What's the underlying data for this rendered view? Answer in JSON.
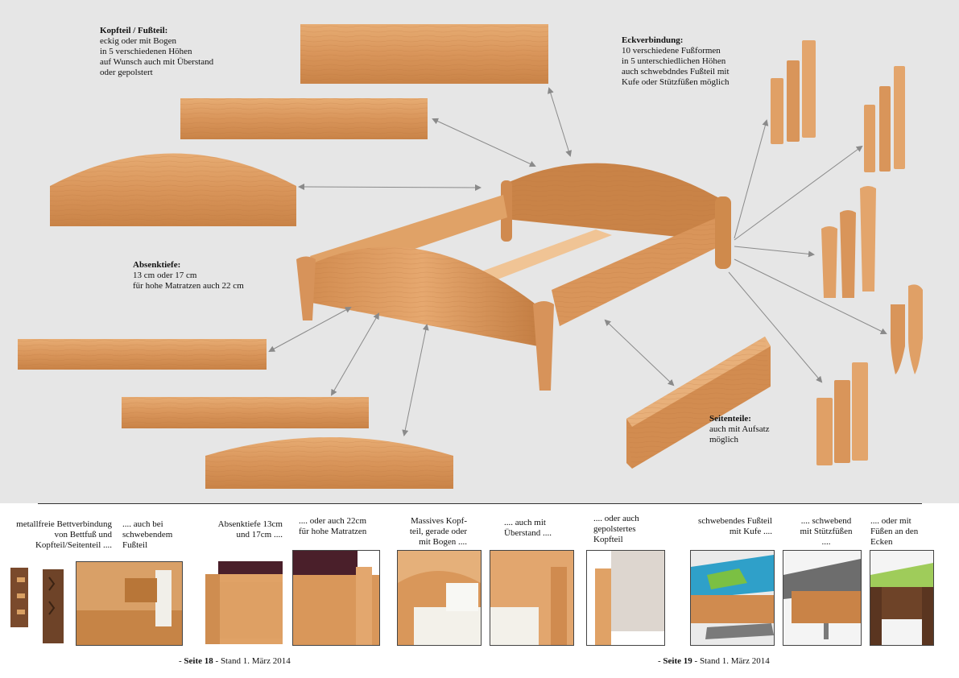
{
  "colors": {
    "wood_light": "#e2a469",
    "wood_mid": "#d08a4f",
    "wood_dark": "#9c5a2c",
    "background": "#e6e6e6",
    "arrow": "#8a8a8a",
    "walnut": "#6e4328"
  },
  "annotations": {
    "kopfteil": {
      "title": "Kopfteil / Fußteil:",
      "lines": [
        "eckig oder mit Bogen",
        "in 5 verschiedenen Höhen",
        "auf Wunsch auch mit Überstand",
        "oder gepolstert"
      ]
    },
    "eckverbindung": {
      "title": "Eckverbindung:",
      "lines": [
        "10 verschiedene Fußformen",
        "in 5 unterschiedlichen Höhen",
        "auch schwebdndes Fußteil mit",
        "Kufe oder Stützfüßen möglich"
      ]
    },
    "absenktiefe": {
      "title": "Absenktiefe:",
      "lines": [
        "13 cm oder 17 cm",
        "für hohe Matratzen auch 22 cm"
      ]
    },
    "seitenteile": {
      "title": "Seitenteile:",
      "lines": [
        "auch mit Aufsatz",
        "möglich"
      ]
    }
  },
  "captions": [
    {
      "lines": [
        "metallfreie Bettverbindung",
        "von Bettfuß und",
        "Kopfteil/Seitenteil ...."
      ]
    },
    {
      "lines": [
        ".... auch bei",
        "schwebendem",
        "Fußteil"
      ]
    },
    {
      "lines": [
        "Absenktiefe 13cm",
        "und 17cm ...."
      ]
    },
    {
      "lines": [
        ".... oder auch 22cm",
        "für hohe Matratzen"
      ]
    },
    {
      "lines": [
        "Massives Kopf-",
        "teil, gerade oder",
        "mit Bogen ...."
      ]
    },
    {
      "lines": [
        ".... auch mit",
        "Überstand ...."
      ]
    },
    {
      "lines": [
        ".... oder auch",
        "gepolstertes",
        "Kopfteil"
      ]
    },
    {
      "lines": [
        "schwebendes Fußteil",
        "mit Kufe ...."
      ]
    },
    {
      "lines": [
        ".... schwebend",
        "mit Stützfüßen",
        "...."
      ]
    },
    {
      "lines": [
        ".... oder mit",
        "Füßen an den",
        "Ecken"
      ]
    }
  ],
  "footer": {
    "left": {
      "prefix": "- ",
      "page": "Seite 18",
      "rest": " - Stand 1. März 2014"
    },
    "right": {
      "prefix": "- ",
      "page": "Seite 19",
      "rest": " - Stand 1. März 2014"
    }
  }
}
